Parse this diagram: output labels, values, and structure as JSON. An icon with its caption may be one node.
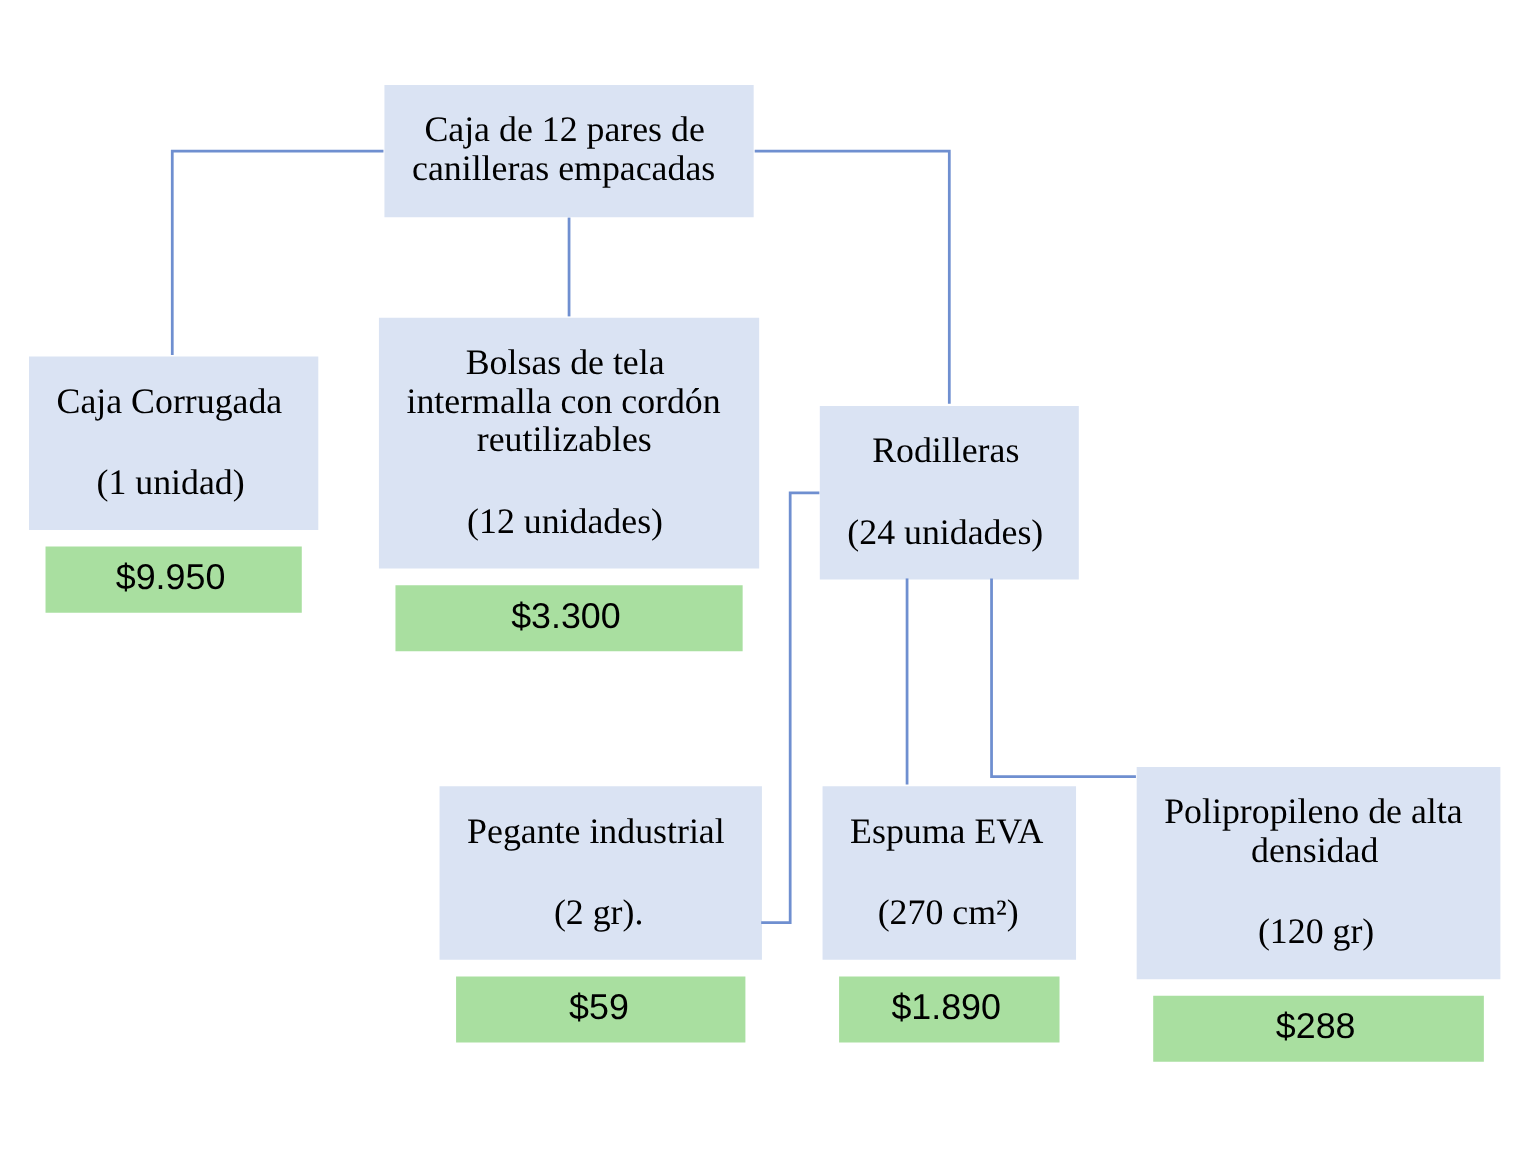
{
  "diagram": {
    "nodes": [
      {
        "text": [
          "Caja de 12 pares de canilleras empacadas"
        ]
      },
      {
        "text": [
          "Caja Corrugada",
          "(1 unidad)"
        ],
        "beside": [
          "$9.950"
        ]
      },
      {
        "text": [
          "Bolsas de tela intermalla con cordón reutilizables",
          "(12 unidades)"
        ],
        "beside": [
          "$3.300"
        ]
      },
      {
        "text": [
          "Rodilleras",
          "(24 unidades)"
        ]
      },
      {
        "text": [
          "Pegante industrial",
          "(2 gr)."
        ],
        "beside": [
          "$59"
        ]
      },
      {
        "text": [
          "Espuma EVA",
          "(270 cm²)"
        ],
        "beside": [
          "$1.890"
        ]
      },
      {
        "text": [
          "Polipropileno de alta densidad",
          "(120 gr)"
        ],
        "beside": [
          "$288"
        ]
      }
    ],
    "edges": [
      {
        "from": 0,
        "to": 1,
        "arrow": "none"
      },
      {
        "from": 0,
        "to": 2,
        "arrow": "none"
      },
      {
        "from": 0,
        "to": 3,
        "arrow": "none"
      },
      {
        "from": 3,
        "to": 4,
        "arrow": "none"
      },
      {
        "from": 3,
        "to": 5,
        "arrow": "none"
      },
      {
        "from": 3,
        "to": 6,
        "arrow": "none"
      }
    ]
  }
}
